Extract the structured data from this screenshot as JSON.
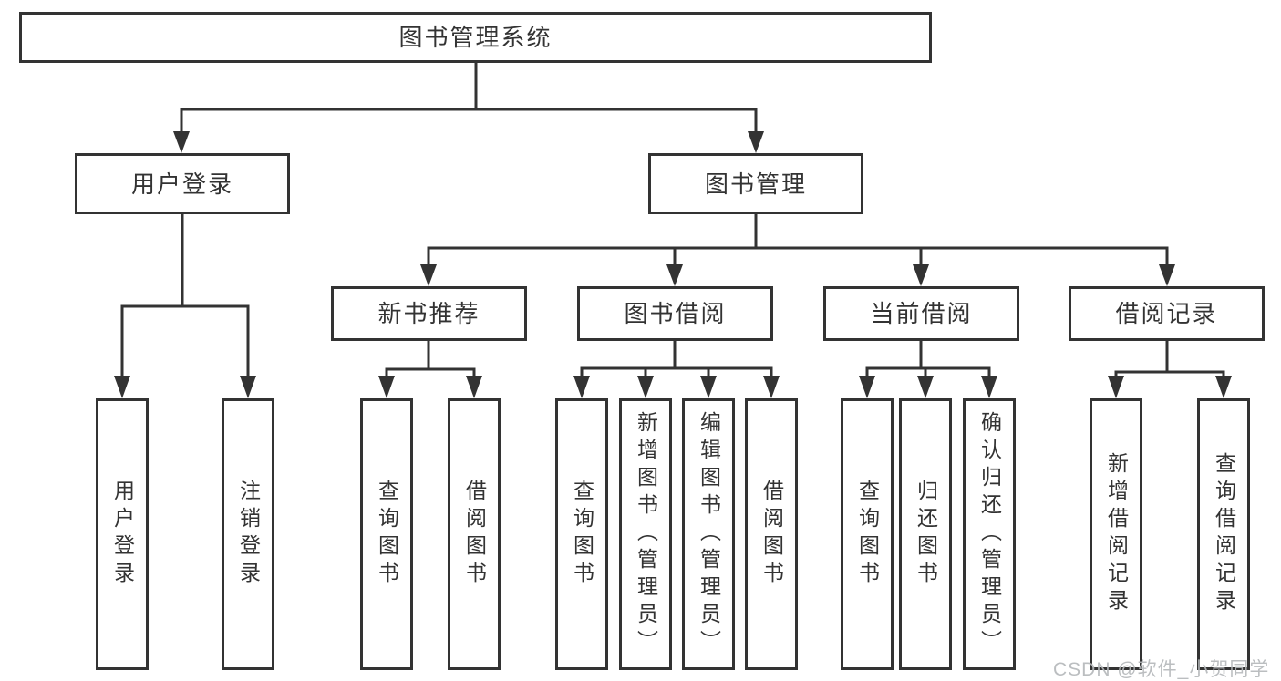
{
  "tree": {
    "root": {
      "label": "图书管理系统"
    },
    "level2": [
      {
        "label": "用户登录",
        "children": [
          {
            "label": "用户登录"
          },
          {
            "label": "注销登录"
          }
        ]
      },
      {
        "label": "图书管理",
        "children": [
          {
            "label": "新书推荐",
            "children": [
              {
                "label": "查询图书"
              },
              {
                "label": "借阅图书"
              }
            ]
          },
          {
            "label": "图书借阅",
            "children": [
              {
                "label": "查询图书"
              },
              {
                "label": "新增图书（管理员）"
              },
              {
                "label": "编辑图书（管理员）"
              },
              {
                "label": "借阅图书"
              }
            ]
          },
          {
            "label": "当前借阅",
            "children": [
              {
                "label": "查询图书"
              },
              {
                "label": "归还图书"
              },
              {
                "label": "确认归还（管理员）"
              }
            ]
          },
          {
            "label": "借阅记录",
            "children": [
              {
                "label": "新增借阅记录"
              },
              {
                "label": "查询借阅记录"
              }
            ]
          }
        ]
      }
    ]
  },
  "watermark": "CSDN @软件_小贺同学",
  "colors": {
    "line": "#333333",
    "box_border": "#333333",
    "text": "#333333",
    "watermark": "#b4b7ba",
    "background": "#ffffff"
  }
}
